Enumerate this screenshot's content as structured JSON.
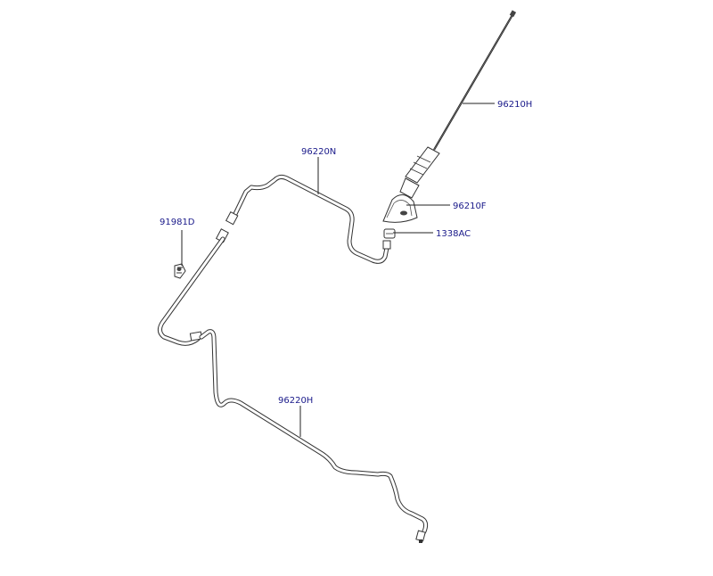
{
  "labels": {
    "p96210H": "96210H",
    "p96220N": "96220N",
    "p96210F": "96210F",
    "p1338AC": "1338AC",
    "p91981D": "91981D",
    "p96220H": "96220H"
  },
  "colors": {
    "label_text": "#1a1a8a",
    "line": "#333333",
    "background": "#ffffff"
  }
}
